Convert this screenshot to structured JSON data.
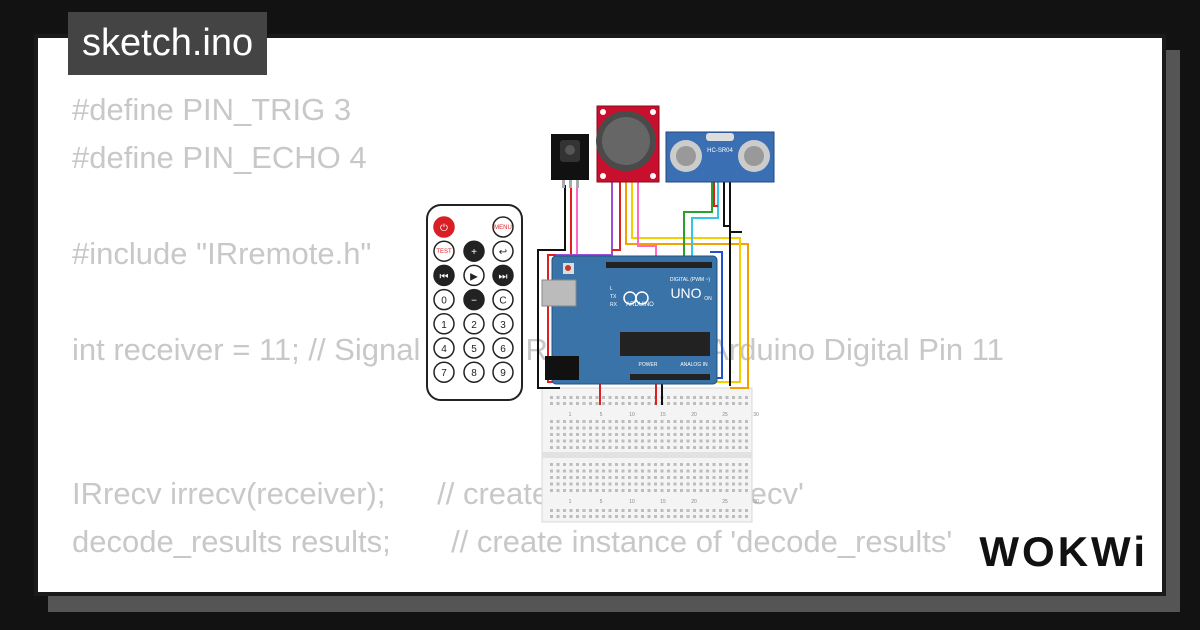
{
  "project": {
    "filename": "sketch.ino",
    "logo": "WOKWi"
  },
  "code_lines": [
    "",
    "#define PIN_TRIG 3",
    "#define PIN_ECHO 4",
    "",
    "#include \"IRremote.h\"",
    "",
    "int receiver = 11; // Signal Pin of IR receiver to Arduino Digital Pin 11",
    "",
    "",
    "IRrecv irrecv(receiver);      // create instance of 'irrecv'",
    "decode_results results;       // create instance of 'decode_results'"
  ],
  "remote": {
    "buttons": [
      [
        "⏻",
        "",
        "MENU"
      ],
      [
        "TEST",
        "+",
        "↩"
      ],
      [
        "⏮",
        "▶",
        "⏭"
      ],
      [
        "0",
        "−",
        "C"
      ],
      [
        "1",
        "2",
        "3"
      ],
      [
        "4",
        "5",
        "6"
      ],
      [
        "7",
        "8",
        "9"
      ]
    ]
  },
  "arduino": {
    "model": "UNO",
    "brand": "ARDUINO",
    "digital_label": "DIGITAL (PWM ~)",
    "power_label": "POWER",
    "analog_label": "ANALOG IN",
    "on_label": "ON",
    "tx_label": "TX",
    "rx_label": "RX",
    "l_label": "L"
  },
  "sensor": {
    "label": "HC-SR04"
  },
  "breadboard": {
    "col_labels": [
      "1",
      "5",
      "10",
      "15",
      "20",
      "25",
      "30"
    ]
  },
  "colors": {
    "board_blue": "#3a73a8",
    "remote_red": "#d81f26",
    "joystick_red": "#c8102e",
    "sensor_blue": "#3b6fb3",
    "wire_red": "#e02020",
    "wire_black": "#111111",
    "wire_orange": "#f3a000",
    "wire_yellow": "#f0d000",
    "wire_green": "#2ca02c",
    "wire_cyan": "#35c6e6",
    "wire_blue": "#2050d0",
    "wire_pink": "#ff66cc",
    "wire_purple": "#9a4fd6"
  }
}
